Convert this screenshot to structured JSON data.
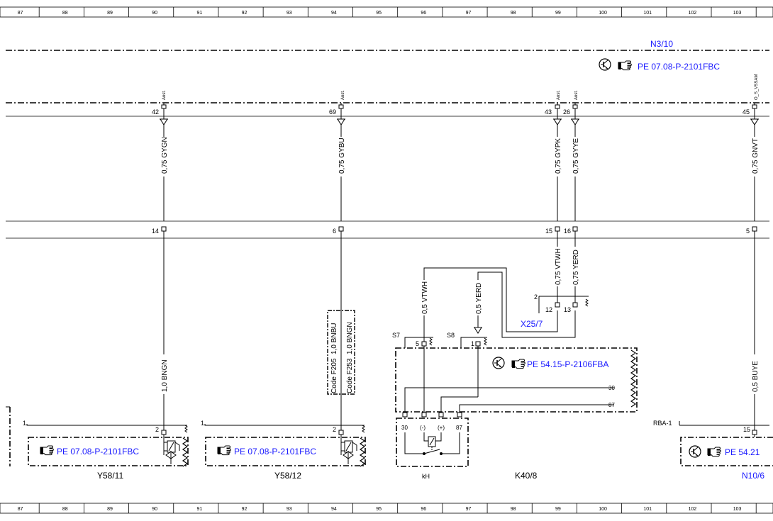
{
  "ruler": {
    "top": [
      "87",
      "88",
      "89",
      "90",
      "91",
      "92",
      "93",
      "94",
      "95",
      "96",
      "97",
      "98",
      "99",
      "100",
      "101",
      "102",
      "103"
    ],
    "bottom": [
      "87",
      "88",
      "89",
      "90",
      "91",
      "92",
      "93",
      "94",
      "95",
      "96",
      "97",
      "98",
      "99",
      "100",
      "101",
      "102",
      "103"
    ]
  },
  "n3_10": {
    "label": "N3/10",
    "ref": "PE 07.08-P-2101FBC",
    "pin_tags": [
      "Anst.",
      "Anst.",
      "Anst.",
      "Anst.",
      "O_S_VSSAM"
    ],
    "pins": [
      "42",
      "69",
      "43",
      "26",
      "45"
    ]
  },
  "wires_upper": [
    "0,75 GYGN",
    "0,75 GYBU",
    "0,75 GYPK",
    "0,75 GYYE",
    "0,75 GNVT"
  ],
  "connector_mid": {
    "pins": [
      "14",
      "6",
      "15",
      "16",
      "5"
    ]
  },
  "wires_lower": {
    "y58_11_wire": "1,0 BNGN",
    "y58_12_wire_a": "1,0 BNBU",
    "y58_12_wire_b": "1,0 BNGN",
    "code_a": "Code F205",
    "code_b": "Code F253",
    "vtwh_x25": "0,75 VTWH",
    "yerd_x25": "0,75 YERD",
    "s7_wire": "0,5 VTWH",
    "s8_wire": "0,5 YERD",
    "n10_wire": "0,5 BUYE"
  },
  "x25_7": {
    "label": "X25/7",
    "pins": [
      "12",
      "13"
    ],
    "left_pin": "2"
  },
  "k40_8": {
    "label": "K40/8",
    "ref": "PE 54.15-P-2106FBA",
    "s7": "S7",
    "s8": "S8",
    "s7_pin": "5",
    "s8_pin": "1",
    "line_30": "30",
    "line_87": "87",
    "relay_pins": [
      "30",
      "(-)",
      "(+)",
      "87"
    ],
    "relay_label": "kH"
  },
  "y58_11": {
    "label": "Y58/11",
    "ref": "PE 07.08-P-2101FBC",
    "pin_left": "1",
    "pin_right": "2"
  },
  "y58_12": {
    "label": "Y58/12",
    "ref": "PE 07.08-P-2101FBC",
    "pin_left": "1",
    "pin_right": "2"
  },
  "n10_6": {
    "label": "N10/6",
    "ref": "PE 54.21",
    "rba": "RBA-1",
    "pin": "15"
  }
}
